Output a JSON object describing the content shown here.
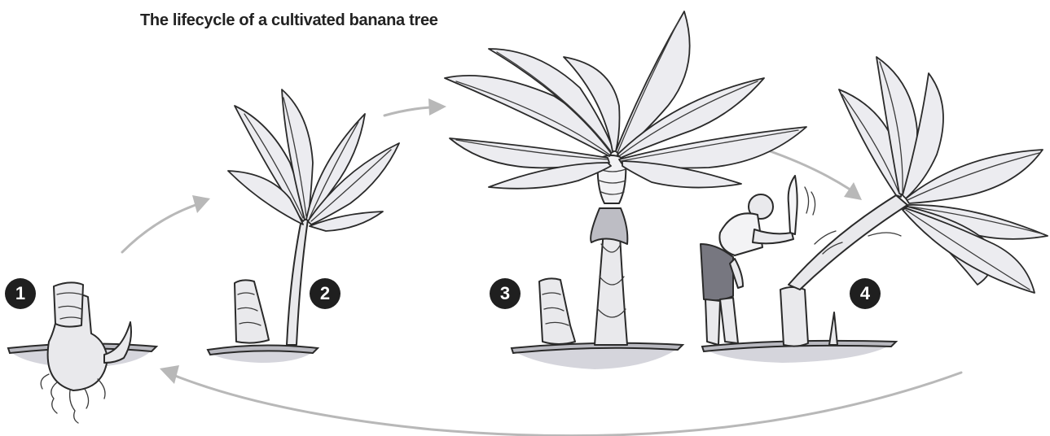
{
  "title": "The lifecycle of a cultivated banana tree",
  "stages": [
    {
      "number": "1"
    },
    {
      "number": "2"
    },
    {
      "number": "3"
    },
    {
      "number": "4"
    }
  ],
  "colors": {
    "badge": "#1f1f1f",
    "arrows": "#b8b8b8",
    "ink": "#2a2a2a",
    "leaf_fill": "#ececf0",
    "soil": "#b9b9c0"
  }
}
